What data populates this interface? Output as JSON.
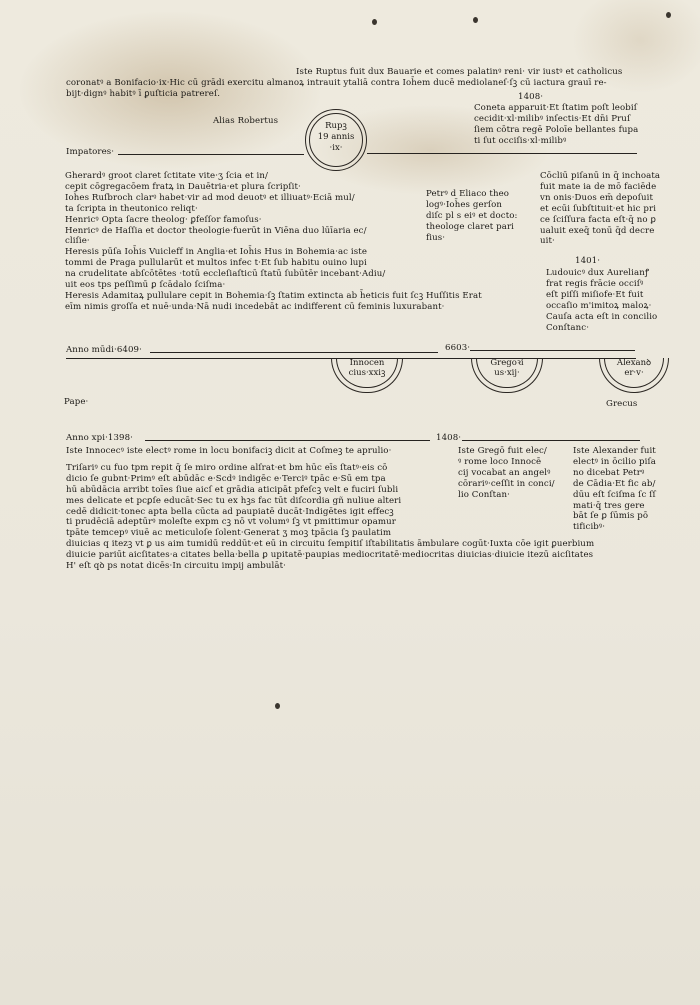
{
  "header": {
    "ruprecht": [
      "Iste Ruptus fuit dux Bauarie et comes palatinꝰ reni· vir iustꝰ et catholicus",
      "coronatꝰ a Bonifacio·ix·Hic cū grādi exercitu almanoꝝ intrauit ytaliā contra Ioh̄em ducē mediolaneſ·ſꝫ cū iactura grauī re-",
      "bijt·dignꝰ habitꝰ ī ꝑuſticia patrereſ."
    ],
    "alias": "Alias Robertus",
    "year_1408": "1408·",
    "cometa": [
      "Coneta apparuit·Et ſtatim poſt leobiſ",
      "cecidit·xl·milibꝰ inſectis·Et dn̄i Pruſ",
      "ſiem cōtra regē Poloīe bellantes fupa",
      "ti ſut occiſis·xl·milibꝰ"
    ],
    "imperatores": "Impatores·",
    "medallion": [
      "Rupꝫ",
      "19 annis",
      "·ix·"
    ]
  },
  "main_left": [
    "Gherardꝰ groot claret ſctitate vite·ʒ ſcia et in/",
    "cepit cōgregacōem fratꝝ in Dauētria·et plura ſcripſit·",
    "Ioh̄es Ruſbroch clarꝰ habet·vir ad mod deuotꝰ et illiuatꝰ·Eciā mul/",
    "ta ſcripta in theutonico reliqt·",
    "Henricꝰ Opta ſacre theolog· ꝑfeſſor famoſus·",
    "Henricꝰ de Haſſia et doctor theologie·fuerūt in Viēna duo lūīaria ec/",
    "cliſie·",
    "Heresis pūſa Ioh̄is Vuicleff in Anglia·et Ioh̄is Hus in Bohemia·ac iste",
    "tommi de Praga pullularūt et multos infec t·Et ſub habitu ouino lupi",
    "na crudelitate abſcōtētes ·totū eccleſiaſticū ſtatū ſubūtēr incebant·Adiu/",
    "uit eos tps peſſimū ꝑ ſcādalo ſciſma·",
    "Heresis Adamitaꝝ pullulare cepit in Bohemia·ſꝫ ſtatim extincta ab h̄eticis fuit ſcꝫ Huſſitis Erat",
    "eīm nimis groſſa et nuē·unda·Nā nudi incedebāt ac indifferent cū feminis luxurabant·"
  ],
  "petrus": [
    "Petrꝰ d Eliaco theo",
    "logꝰ·Ioh̄es gerſon",
    "diſc pl s eiꝰ et docto:",
    "theologe claret pari",
    "fius·"
  ],
  "concilium": [
    "Cōcliū piſanū in q̄ inchoata",
    "fuit mate ia de mō faciēde",
    "vn onis·Duos em̄ depoſuit",
    "et ecūi ſubſtituit·et hic pri",
    "ce ſciſſura facta eſt·q̄ no ꝑ",
    "ualuit exeq̄ tonū q̄d decre",
    "uit·"
  ],
  "year_1401": "1401·",
  "ludovicus": [
    "Ludouicꝰ dux Aurelianꝭ",
    "frat regis frācie occiſꝰ",
    "eſt piſſi miſiofe·Et fuit",
    "occaſio m'imitoꝝ maloꝝ·",
    "Cauſa acta eſt in concilio",
    "Conſtanc·"
  ],
  "timeline1": {
    "left": "Anno mūdi·6409·",
    "right": "6603·"
  },
  "popes_row": [
    {
      "label": [
        "Innocen",
        "cius·xxiꝫ"
      ]
    },
    {
      "label": [
        "Gregoꝛi",
        "us·xij·"
      ]
    },
    {
      "label": [
        "Alexanꝺ",
        "er·v·"
      ]
    }
  ],
  "papae": "Pape·",
  "grecus": "Grecus",
  "timeline2": {
    "left": "Anno xpi·1398·",
    "right": "1408·"
  },
  "innocent_text": [
    "Iste Innocecꝰ iste electꝰ rome in locu bonifaciꝫ dicit at Coſmeꝫ te aprulio·",
    "Triſariꝰ cu fuo tpm repit q̄ ſe miro ordine alſrat·et bm hūc eīs ſtatꝰ·eis cō",
    "dicio ſe gubnt·Primꝰ eſt abūdāc e·Scdꝰ indigēc e·Terciꝰ tpāc e·Sū em tpa",
    "hū abūdācia arribt toīes ſiue aicſ et grādia aticipāt pfeſcꝫ velt e fuciri ſubli",
    "mes delicate et pcꝑſe educāt·Sec tu ex hꝫs fac tūt diſcordia gñ nuliue alteri",
    "cedē didicit·tonec apta bella cūcta ad paupiatē ducāt·Indigētes igit effecꝫ",
    "ti prudēciā adeptūrꝰ moleſte expm cꝫ nō vt volumꝰ ſꝫ vt pmittimur opamur",
    "tpāte temcepꝰ viuē ac meticuloſe ſolent·Generat ʒ moꝫ tpācia ſꝫ paulatim",
    "diuicias q itezꝫ vt ꝑ us aim tumidū reddūt·et eū in circuitu ſempitiſ iſtabilitatis āmbulare cogūt·Iuxta cōe igit ꝑuerbium",
    "diuicie pariūt aicſitates·a citates bella·bella ꝑ upitatē·paupias mediocritatē·mediocritas diuicias·diuicie itezū aicſitates",
    "H' eſt qꝺ ps notat dicēs·In circuitu impij ambulāt·"
  ],
  "gregory_text": [
    "Iste Gregō fuit elec/",
    "ꝰ rome loco Innocē",
    "cij vocabat an angelꝰ",
    "cōrariꝰ·ceſſit in conci/",
    "lio Conſtan·"
  ],
  "alexander_text": [
    "Iste Alexander fuit",
    "electꝰ in ōcilio piſa",
    "no dicebat Petrꝰ",
    "de Cādia·Et fic ab/",
    "dūu eſt ſciſma ſc ſſ",
    "mati·q̄ tres gere",
    "bāt ſe ꝑ ſūmis pō",
    "tificibꝰ·"
  ]
}
